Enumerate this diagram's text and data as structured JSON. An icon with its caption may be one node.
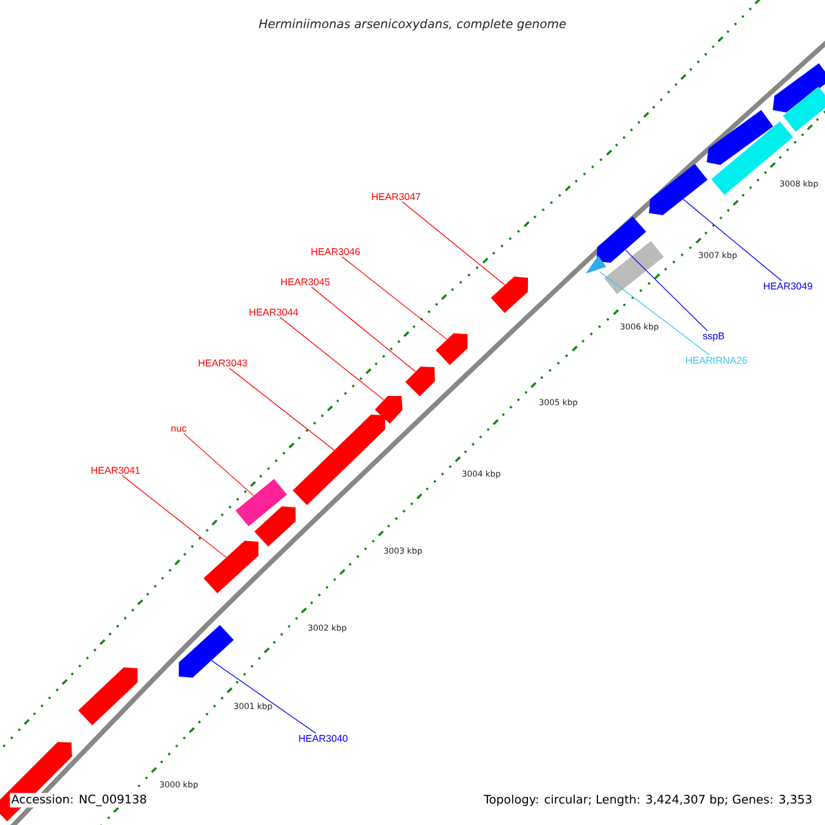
{
  "diagram": {
    "title": "Herminiimonas arsenicoxydans, complete genome",
    "nodes": [
      {
        "text": [
          "HEAR3047"
        ]
      },
      {
        "text": [],
        "shape": "bar"
      },
      {
        "text": [
          "HEAR3046"
        ]
      },
      {
        "text": [],
        "shape": "bar"
      },
      {
        "text": [
          "HEAR3045"
        ]
      },
      {
        "text": [],
        "shape": "bar"
      },
      {
        "text": [
          "HEAR3044"
        ]
      },
      {
        "text": [],
        "shape": "bar"
      },
      {
        "text": [
          "HEAR3043"
        ]
      },
      {
        "text": [],
        "shape": "bar"
      },
      {
        "text": [
          "nuc"
        ]
      },
      {
        "text": [],
        "shape": "box"
      },
      {
        "text": [
          "HEAR3041"
        ]
      },
      {
        "text": [],
        "shape": "bar"
      },
      {
        "text": [
          "HEAR3049"
        ]
      },
      {
        "text": [],
        "shape": "bar"
      },
      {
        "text": [
          "sspB"
        ]
      },
      {
        "text": [],
        "shape": "bar"
      },
      {
        "text": [
          "HEARtRNA26"
        ]
      },
      {
        "text": [],
        "shape": "triangle"
      },
      {
        "text": [
          "HEAR3040"
        ]
      },
      {
        "text": [],
        "shape": "bar"
      },
      {
        "text": [],
        "shape": "bar"
      },
      {
        "text": [],
        "shape": "bar"
      },
      {
        "text": [],
        "shape": "bar"
      },
      {
        "text": [],
        "shape": "bar"
      },
      {
        "text": [],
        "shape": "bar"
      },
      {
        "text": [],
        "shape": "box"
      },
      {
        "text": [],
        "shape": "box"
      },
      {
        "text": [],
        "shape": "box"
      }
    ],
    "edges": [
      {
        "from": 0,
        "to": 1,
        "arrow": "none"
      },
      {
        "from": 2,
        "to": 3,
        "arrow": "none"
      },
      {
        "from": 4,
        "to": 5,
        "arrow": "none"
      },
      {
        "from": 6,
        "to": 7,
        "arrow": "none"
      },
      {
        "from": 8,
        "to": 9,
        "arrow": "none"
      },
      {
        "from": 10,
        "to": 11,
        "arrow": "none"
      },
      {
        "from": 12,
        "to": 13,
        "arrow": "none"
      },
      {
        "from": 14,
        "to": 15,
        "arrow": "none",
        "color": "#0000ff"
      },
      {
        "from": 16,
        "to": 17,
        "arrow": "none",
        "color": "#0000ff"
      },
      {
        "from": 18,
        "to": 19,
        "arrow": "none",
        "color": "#33ccff"
      },
      {
        "from": 20,
        "to": 21,
        "arrow": "none",
        "color": "#0000ff"
      }
    ],
    "labels": [
      "3008 kbp",
      "3007 kbp",
      "3006 kbp",
      "3005 kbp",
      "3004 kbp",
      "3003 kbp",
      "3002 kbp",
      "3001 kbp",
      "3000 kbp",
      "Accession: NC_009138",
      "Topology: circular; Length: 3,424,307 bp; Genes: 3,353"
    ]
  }
}
